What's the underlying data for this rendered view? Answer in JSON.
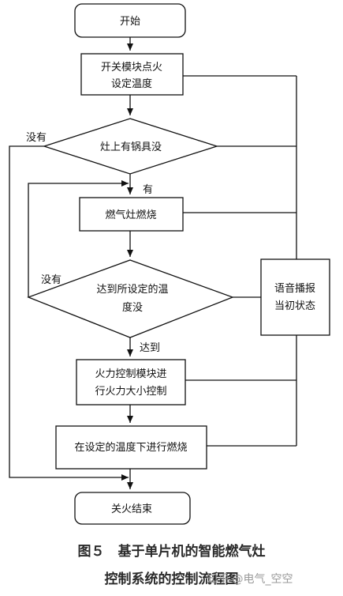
{
  "nodes": {
    "start": "开始",
    "ignite": [
      "开关模块点火",
      "设定温度"
    ],
    "pot_check": "灶上有锅具没",
    "burn": "燃气灶燃烧",
    "temp_check": [
      "达到所设定的温",
      "度没"
    ],
    "voice": [
      "语音播报",
      "当初状态"
    ],
    "fire_control": [
      "火力控制模块进",
      "行火力大小控制"
    ],
    "hold_burn": "在设定的温度下进行燃烧",
    "end": "关火结束"
  },
  "edge_labels": {
    "pot_no": "没有",
    "pot_yes": "有",
    "temp_no": "没有",
    "temp_yes": "达到"
  },
  "caption": {
    "line1": "图５　基于单片机的智能燃气灶",
    "line2": "控制系统的控制流程图"
  },
  "watermark": "知乎 @电气_空空"
}
